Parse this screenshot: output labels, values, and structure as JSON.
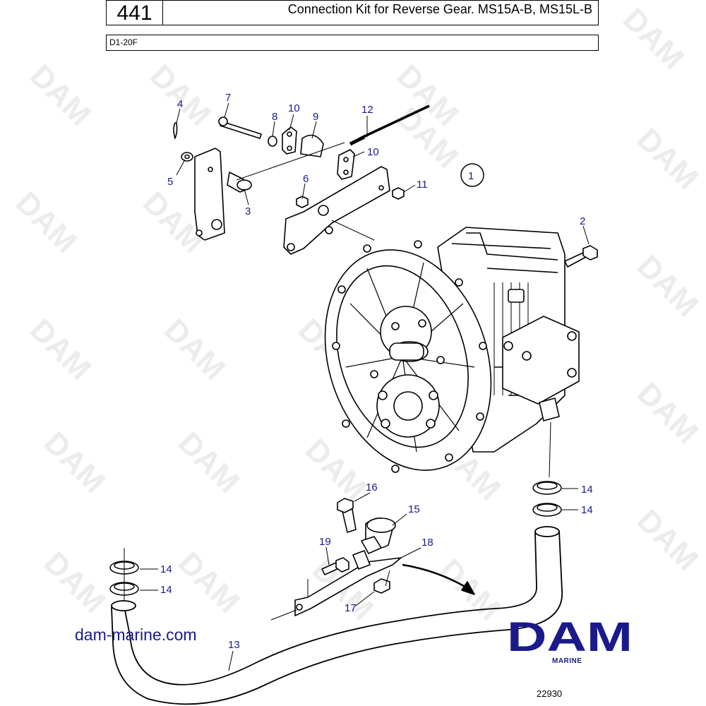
{
  "header": {
    "page_number": "441",
    "title": "Connection Kit for Reverse Gear. MS15A-B, MS15L-B",
    "model": "D1-20F"
  },
  "callouts": {
    "c1": "1",
    "c2": "2",
    "c3": "3",
    "c4": "4",
    "c5": "5",
    "c6": "6",
    "c7": "7",
    "c8": "8",
    "c9": "9",
    "c10a": "10",
    "c10b": "10",
    "c11": "11",
    "c12": "12",
    "c13": "13",
    "c14a": "14",
    "c14b": "14",
    "c14c": "14",
    "c14d": "14",
    "c15": "15",
    "c16": "16",
    "c17": "17",
    "c18": "18",
    "c19": "19"
  },
  "footer": {
    "website": "dam-marine.com",
    "brand": "DAM",
    "brand_sub": "MARINE",
    "figure_number": "22930"
  },
  "colors": {
    "callout_blue": "#1a1a8c",
    "brand_blue": "#1a1a8c",
    "watermark": "#ececec"
  }
}
